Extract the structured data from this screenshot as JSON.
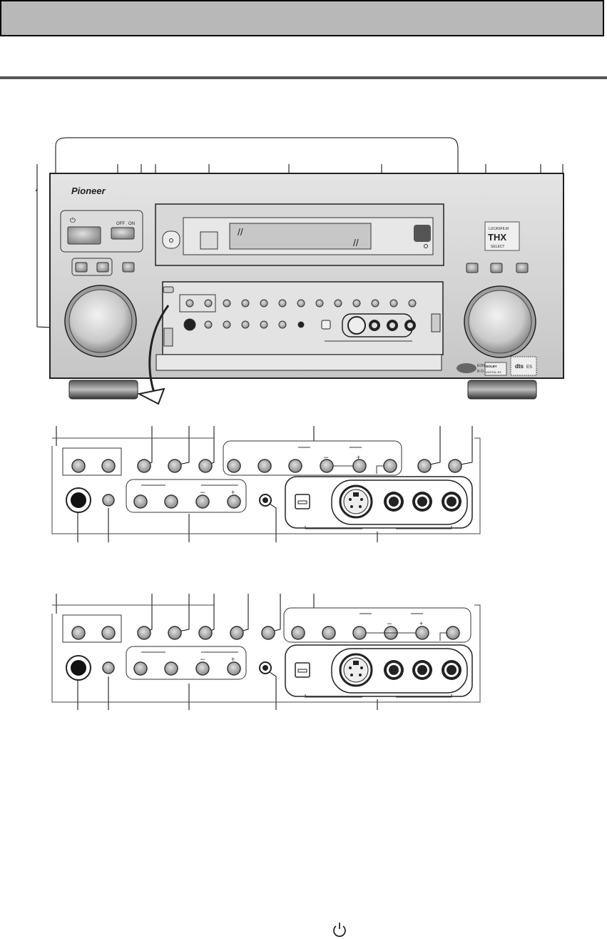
{
  "device": {
    "brand": "Pioneer",
    "switch_off": "OFF",
    "switch_on": "ON",
    "lucasfilm_badge": "LUCASFILM",
    "thx_badge": "THX",
    "select_badge": "SELECT",
    "eon_badge": "EON",
    "rds_badge": "R·D·S",
    "dolby_badge": "DOLBY",
    "digital_ex_badge": "DIGITAL-EX",
    "dts_badge": "dts",
    "es_badge": "ES",
    "power_symbol": "⏻"
  },
  "footer": {
    "power_icon": "power-icon"
  }
}
